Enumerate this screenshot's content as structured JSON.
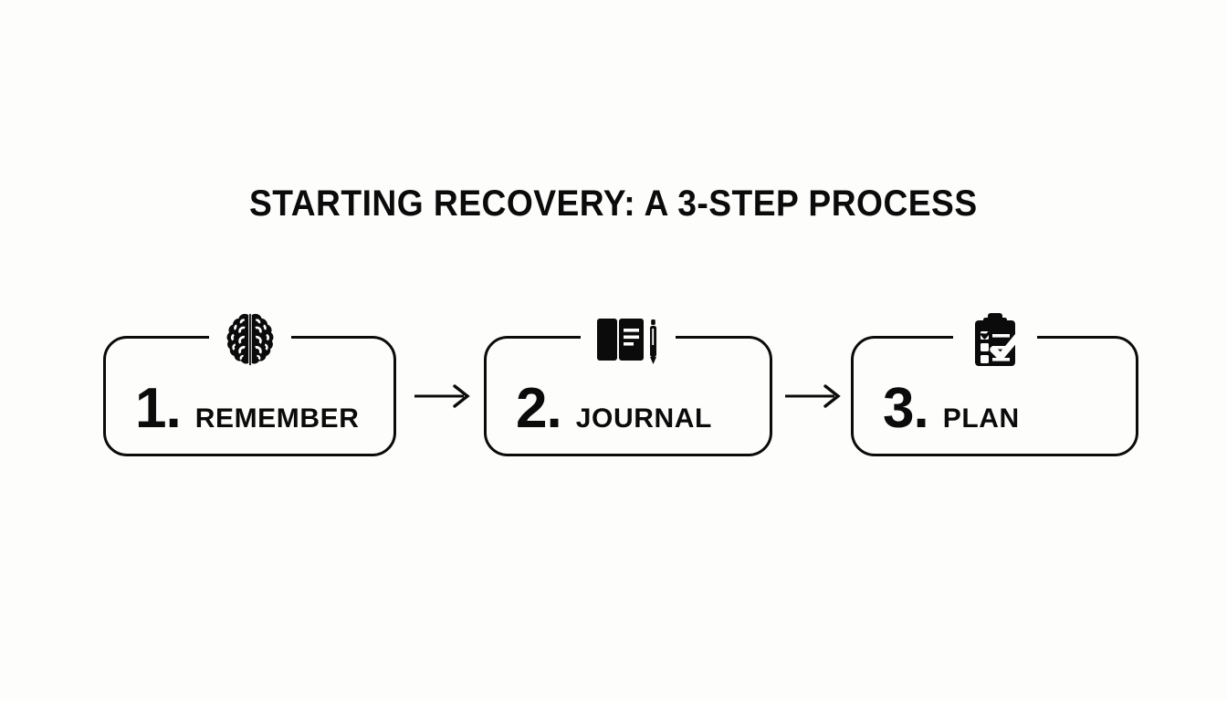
{
  "page": {
    "background_color": "#FDFDFC",
    "ink_color": "#0B0B0B"
  },
  "header": {
    "title": "STARTING RECOVERY: A 3-STEP PROCESS"
  },
  "flow": {
    "connector_glyph": "arrow-right",
    "steps": [
      {
        "number": "1.",
        "name": "REMEMBER",
        "icon": "brain-icon"
      },
      {
        "number": "2.",
        "name": "JOURNAL",
        "icon": "journal-notebook-pen-icon"
      },
      {
        "number": "3.",
        "name": "PLAN",
        "icon": "clipboard-checklist-check-icon"
      }
    ],
    "connectors": [
      {
        "name": "arrow-step1-to-step2"
      },
      {
        "name": "arrow-step2-to-step3"
      }
    ]
  }
}
